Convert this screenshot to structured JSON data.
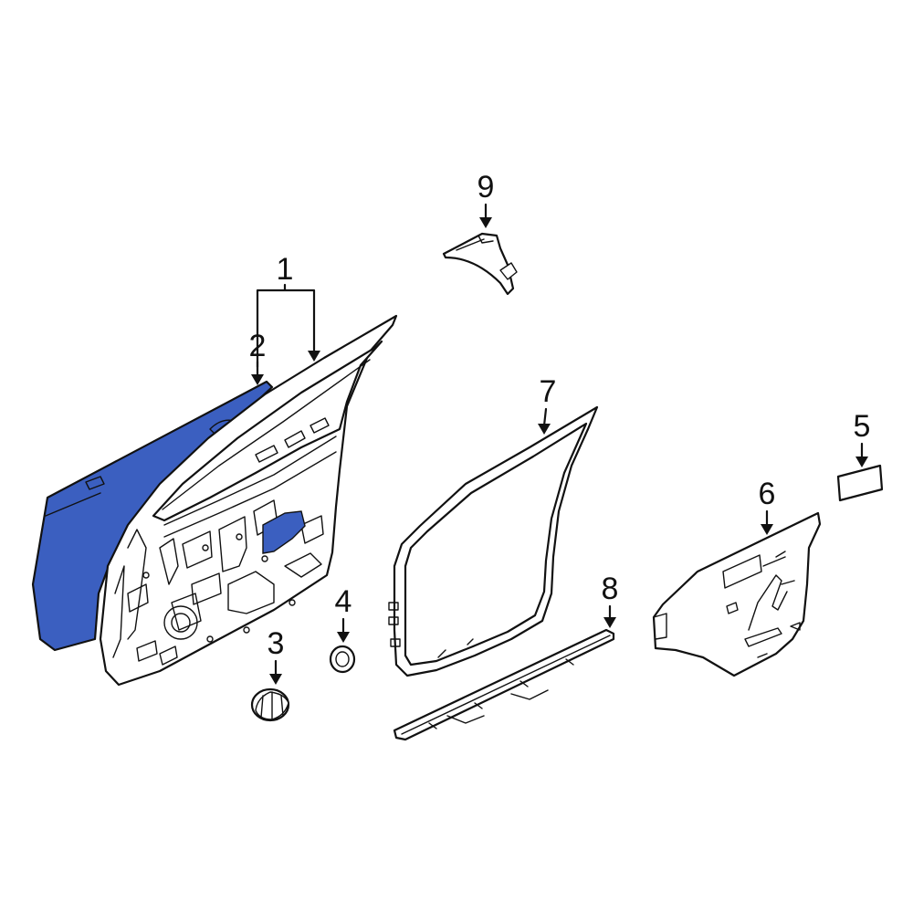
{
  "colors": {
    "highlight": "#3b5fc0",
    "line": "#111111",
    "background": "#ffffff"
  },
  "callouts": [
    {
      "id": "1",
      "label": "1"
    },
    {
      "id": "2",
      "label": "2"
    },
    {
      "id": "3",
      "label": "3"
    },
    {
      "id": "4",
      "label": "4"
    },
    {
      "id": "5",
      "label": "5"
    },
    {
      "id": "6",
      "label": "6"
    },
    {
      "id": "7",
      "label": "7"
    },
    {
      "id": "8",
      "label": "8"
    },
    {
      "id": "9",
      "label": "9"
    }
  ]
}
